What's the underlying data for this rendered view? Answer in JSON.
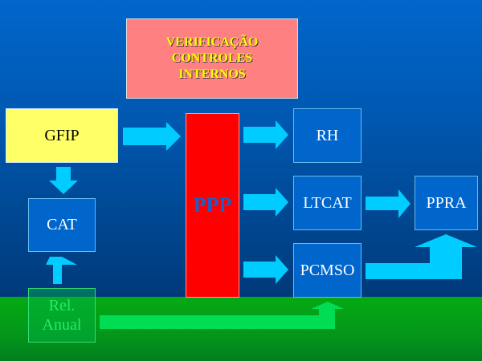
{
  "colors": {
    "background_top": "#0066cc",
    "background_bottom": "#05aa13",
    "arrow": "#00ccff",
    "arrow_green": "#00dd55",
    "verif_box": "#ff8080",
    "gfip_box": "#ffff66",
    "ppp_box": "#ff0000",
    "node_box": "#0066cc"
  },
  "nodes": {
    "verificacao": {
      "lines": [
        "VERIFICAÇÃO",
        "CONTROLES",
        "INTERNOS"
      ]
    },
    "gfip": {
      "label": "GFIP"
    },
    "cat": {
      "label": "CAT"
    },
    "rel_anual": {
      "lines": [
        "Rel.",
        "Anual"
      ]
    },
    "ppp": {
      "label": "PPP"
    },
    "rh": {
      "label": "RH"
    },
    "ltcat": {
      "label": "LTCAT"
    },
    "pcmso": {
      "label": "PCMSO"
    },
    "ppra": {
      "label": "PPRA"
    }
  },
  "connections": [
    {
      "from": "GFIP",
      "to": "PPP"
    },
    {
      "from": "GFIP",
      "to": "CAT"
    },
    {
      "from": "Rel. Anual",
      "to": "CAT"
    },
    {
      "from": "PPP",
      "to": "RH"
    },
    {
      "from": "PPP",
      "to": "LTCAT"
    },
    {
      "from": "PPP",
      "to": "PCMSO"
    },
    {
      "from": "LTCAT",
      "to": "PPRA"
    },
    {
      "from": "PCMSO",
      "to": "PPRA"
    },
    {
      "from": "Rel. Anual",
      "to": "PCMSO"
    }
  ]
}
